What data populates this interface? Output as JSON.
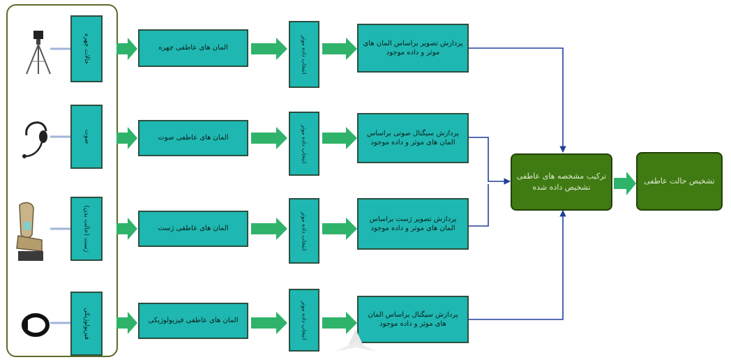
{
  "rows": [
    {
      "input_label": "حالات چهره",
      "elements_label": "المان های عاطفی چهره",
      "select_label": "انتخاب داده موثر",
      "process_label": "پردازش تصویر براساس المان های موثر و داده موجود",
      "device_icon": "camera-tripod-icon"
    },
    {
      "input_label": "صوت",
      "elements_label": "المان های عاطفی صوت",
      "select_label": "انتخاب داده موثر",
      "process_label": "پردازش سیگنال صوتی براساس المان های موثر و داده موجود",
      "device_icon": "headset-microphone-icon"
    },
    {
      "input_label": "ژست (حالت بدن)",
      "elements_label": "المان های عاطفی ژست",
      "select_label": "انتخاب داده موثر",
      "process_label": "پردازش تصویر ژست براساس المان های موثر و داده موجود",
      "device_icon": "car-seat-sensor-icon"
    },
    {
      "input_label": "فیزیولوژیکی",
      "elements_label": "المان های عاطفی فیزیولوژیکی",
      "select_label": "انتخاب داده موثر",
      "process_label": "پردازش سیگنال براساس المان های موثر و داده موجود",
      "device_icon": "wristband-sensor-icon"
    }
  ],
  "fusion": {
    "label": "ترکیب مشخصه های عاطفی تشخیص داده شده"
  },
  "output": {
    "label": "تشخیص حالت عاطفی"
  },
  "colors": {
    "teal_box": "#1fb7b1",
    "arrow_green": "#2fb36a",
    "dark_green_box": "#3f7a12",
    "connector_blue": "#1f3f9a",
    "frame_border": "#5a6b2a"
  }
}
